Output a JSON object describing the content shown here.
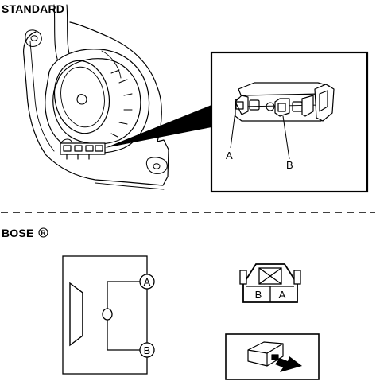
{
  "standard": {
    "heading": "STANDARD",
    "callouts": {
      "a": "A",
      "b": "B"
    }
  },
  "bose": {
    "heading": "BOSE",
    "trademark": "R",
    "terminals": {
      "a": "A",
      "b": "B"
    },
    "connector_face": {
      "left": "B",
      "right": "A"
    }
  },
  "colors": {
    "line": "#000000",
    "background": "#ffffff"
  }
}
